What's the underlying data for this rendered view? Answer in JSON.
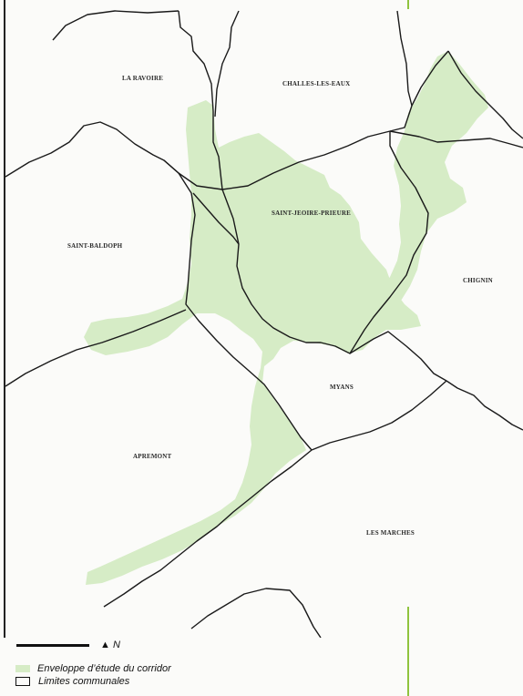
{
  "map": {
    "communes": [
      {
        "id": "la-ravoire",
        "name": "LA RAVOIRE"
      },
      {
        "id": "challes-les-eaux",
        "name": "CHALLES-LES-EAUX"
      },
      {
        "id": "saint-jeoire-prieure",
        "name": "SAINT-JEOIRE-PRIEURE"
      },
      {
        "id": "saint-baldoph",
        "name": "SAINT-BALDOPH"
      },
      {
        "id": "chignin",
        "name": "CHIGNIN"
      },
      {
        "id": "myans",
        "name": "MYANS"
      },
      {
        "id": "apremont",
        "name": "APREMONT"
      },
      {
        "id": "les-marches",
        "name": "LES MARCHES"
      }
    ],
    "north_label": "N"
  },
  "legend": {
    "corridor_label": "Enveloppe d’étude du corridor",
    "limits_label": "Limites communales"
  },
  "colors": {
    "corridor_fill": "#d6ecc6",
    "boundary_line": "#1a1a1a",
    "accent_line": "#8fc33e"
  }
}
